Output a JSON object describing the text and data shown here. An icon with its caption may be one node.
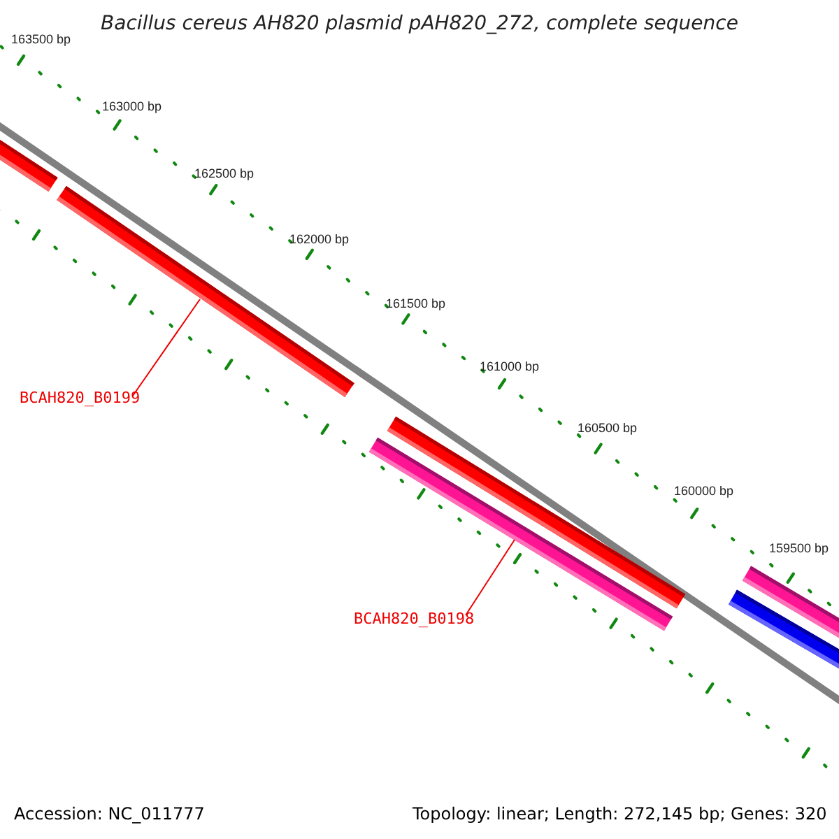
{
  "diagram": {
    "title": "Bacillus cereus AH820 plasmid pAH820_272, complete sequence",
    "nodes": [
      {
        "text": [],
        "shape": "bar"
      },
      {
        "text": [],
        "shape": "bar"
      },
      {
        "text": [
          "BCAH820_B0199"
        ]
      },
      {
        "text": [],
        "shape": "bar"
      },
      {
        "text": [],
        "shape": "bar"
      },
      {
        "text": [
          "BCAH820_B0198"
        ]
      },
      {
        "text": [],
        "shape": "bar"
      },
      {
        "text": [],
        "shape": "bar"
      }
    ],
    "edges": [
      {
        "from": 2,
        "to": 1,
        "arrow": "none"
      },
      {
        "from": 5,
        "to": 4,
        "arrow": "none"
      }
    ],
    "labels": [
      "163500 bp",
      "163000 bp",
      "162500 bp",
      "162000 bp",
      "161500 bp",
      "161000 bp",
      "160500 bp",
      "160000 bp",
      "159500 bp",
      "Accession: NC_011777",
      "Topology: linear; Length: 272,145 bp; Genes: 320"
    ]
  }
}
